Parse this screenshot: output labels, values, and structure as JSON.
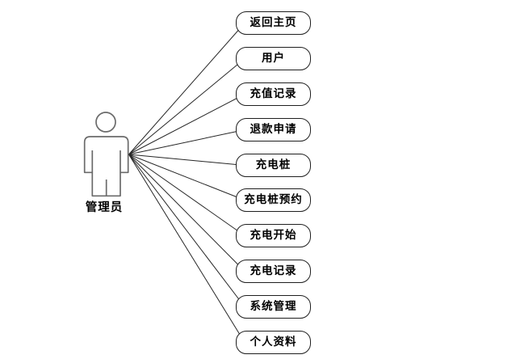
{
  "actor": {
    "label": "管理员"
  },
  "usecases": {
    "items": [
      {
        "label": "返回主页"
      },
      {
        "label": "用户"
      },
      {
        "label": "充值记录"
      },
      {
        "label": "退款申请"
      },
      {
        "label": "充电桩"
      },
      {
        "label": "充电桩预约"
      },
      {
        "label": "充电开始"
      },
      {
        "label": "充电记录"
      },
      {
        "label": "系统管理"
      },
      {
        "label": "个人资料"
      }
    ]
  },
  "colors": {
    "background": "#ffffff",
    "connector": "#262626",
    "box_border": "#1f1f1f",
    "text": "#000000",
    "actor_outline": "#6b6b6b"
  }
}
